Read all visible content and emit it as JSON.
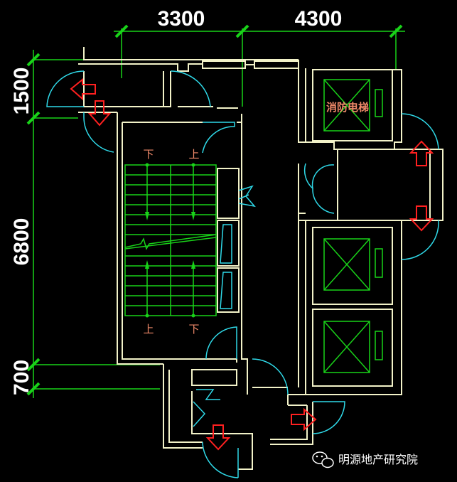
{
  "dimensions": {
    "top_left": "3300",
    "top_right": "4300",
    "left_top": "1500",
    "left_middle": "6800",
    "left_bottom": "700"
  },
  "labels": {
    "stair_down_top": "下",
    "stair_up_top": "上",
    "stair_up_bottom": "上",
    "stair_down_bottom": "下",
    "fire_elevator": "消防电梯"
  },
  "watermark": {
    "text": "明源地产研究院",
    "icon": "wechat-icon"
  },
  "colors": {
    "background": "#000000",
    "wall": "#f2f2c8",
    "dimension_line": "#19d219",
    "door_swing": "#2fd9e8",
    "evacuation_arrow": "#ff2020",
    "label_text": "#f08a6a"
  }
}
